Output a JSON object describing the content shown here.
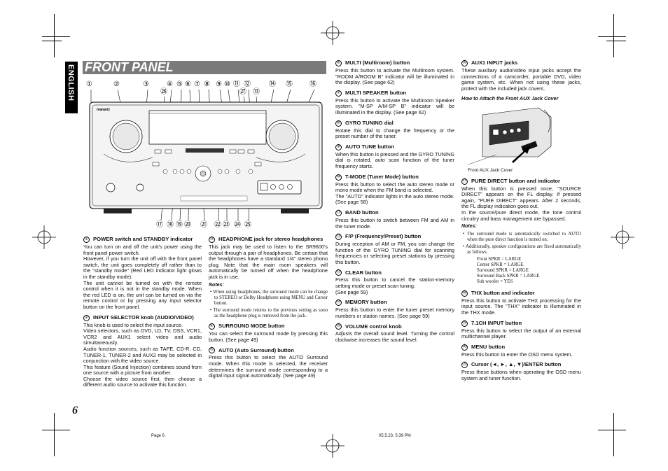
{
  "page": {
    "lang_tab": "ENGLISH",
    "number": "6",
    "title": "FRONT PANEL",
    "footer_left": "Page 6",
    "footer_right": "05.5.23, 5:39 PM"
  },
  "diagram": {
    "top_callouts": [
      "①",
      "②",
      "③",
      "④",
      "⑤",
      "⑥",
      "⑦",
      "⑧",
      "⑨",
      "⑩",
      "⑪",
      "⑫",
      "⑭",
      "⑮",
      "⑯"
    ],
    "mid_callouts": [
      "㉖",
      "㉗",
      "⑬"
    ],
    "bottom_callouts": [
      "⑰",
      "⑱",
      "⑲",
      "⑳",
      "㉑",
      "㉒",
      "㉓",
      "㉔",
      "㉕"
    ],
    "brand": "marantz"
  },
  "col1": [
    {
      "num": "1",
      "title": "POWER switch and STANDBY indicator",
      "body": "You can turn on and off the unit's power using the front panel power switch.\nHowever, if you turn the unit off with the front panel switch, the unit goes completely off rather than to the \"standby mode\" (Red LED indicator light glows in the standby mode).\nThe unit cannot be turned on with the remote control when it is not in the standby mode.  When the red LED is on, the unit can be turned on via the remote control or by pressing any input selector button on the front panel."
    },
    {
      "num": "2",
      "title": "INPUT SELECTOR knob (AUDIO/VIDEO)",
      "body": "This knob is used to select the input source.\nVideo selectors, such as DVD, LD, TV, DSS, VCR1, VCR2 and AUX1 select video and audio simultaneously.\nAudio function sources, such as TAPE, CD-R, CD, TUNER-1, TUNER-2 and AUX2 may be selected in conjunction with the video source.\nThis feature (Sound Injection) combines sound from one source with a picture from another.\nChoose the video source first, then choose a different audio source to activate this function."
    }
  ],
  "col2": [
    {
      "num": "3",
      "title": "HEADPHONE jack for stereo headphones",
      "body": "This jack may be used to listen to the SR9600's output through a pair of headphones. Be certain that the headphones have a standard 1/4\" stereo phono plug. Note that the main room speakers will automatically be turned off when the headphone jack is in use.",
      "notes_title": "Notes:",
      "notes": [
        "When using headphones, the surround mode can be change to STEREO or Dolby Headphone using MENU and Cursor button.",
        "The surround mode returns to the previous setting as soon as the headphone plug is removed from the jack."
      ]
    },
    {
      "num": "4",
      "title": "SURROUND MODE button",
      "body": "You can select the surround mode by pressing this button. (See page 49)"
    },
    {
      "num": "5",
      "title": "AUTO (Auto Surround) button",
      "body": "Press this button to select the AUTO Surround mode. When this mode is selected, the receiver determines the surround mode corresponding to a digital input signal automatically. (See page 49)"
    }
  ],
  "col3": [
    {
      "num": "6",
      "title": "MULTI (Multiroom) button",
      "body": "Press this button to activate the Multiroom system. \"ROOM A/ROOM B\" indicator will be illuminated in the display. (See page 62)"
    },
    {
      "num": "7",
      "title": "MULTI SPEAKER button",
      "body": "Press this button to activate the Multiroom Speaker system. \"M-SP A/M-SP B\" indicator will be illuminated in the display. (See page 62)"
    },
    {
      "num": "8",
      "title": "GYRO TUNING dial",
      "body": "Rotate this dial to change the frequency or the preset number of the tuner."
    },
    {
      "num": "9",
      "title": "AUTO TUNE button",
      "body": "When this button is pressed and the GYRO TUNING dial is rotated, auto scan function of the tuner frequency starts."
    },
    {
      "num": "10",
      "title": "T-MODE (Tuner Mode) button",
      "body": "Press this button to select the auto stereo mode or mono mode when the FM band is selected.\nThe \"AUTO\" indicator lights in the auto stereo mode. (See page 58)"
    },
    {
      "num": "11",
      "title": "BAND button",
      "body": "Press this button to switch between FM and AM in the tuner mode."
    },
    {
      "num": "12",
      "title": "F/P (Frequency/Preset) button",
      "body": "During reception of AM or FM, you can change the function of the GYRO TUNING dial for scanning frequencies or selecting preset stations by pressing this button."
    },
    {
      "num": "13",
      "title": "CLEAR button",
      "body": "Press this button to cancel the station-memory setting mode or preset scan tuning.\n (See page 59)"
    },
    {
      "num": "14",
      "title": "MEMORY button",
      "body": "Press this button to enter the tuner preset memory numbers or station names. (See page 59)"
    },
    {
      "num": "15",
      "title": "VOLUME control knob",
      "body": "Adjusts the overall sound level. Turning the control clockwise increases the sound level."
    }
  ],
  "col4": {
    "aux": {
      "num": "16",
      "title": "AUX1 INPUT jacks",
      "body": "These auxiliary audio/video input jacks accept the connections of a camcorder, portable DVD, video game system, etc. When not using these jacks, protect with the included jack covers."
    },
    "how_to": "How to Attach the Front AUX Jack Cover",
    "fig_caption": "Front AUX Jack Cover",
    "pure": {
      "num": "17",
      "title": "PURE DIRECT button and indicator",
      "body": "When this button is pressed once, \"SOURCE DIRECT\" appears on the FL display. If pressed again, \"PURE DIRECT\" appears. After 2 seconds, the FL display indication goes out.\nIn the source/pure direct mode, the tone control circuitry and bass management are bypassed.",
      "notes_title": "Notes:",
      "notes": [
        "The surround mode is automatically switched to AUTO when the pure direct function is turned on.",
        "Additionally, speaker configurations are fixed automatically as follows."
      ],
      "config": [
        "Front SPKR = LARGE",
        "Center SPKR = LARGE",
        "Surround SPKR = LARGE",
        "Surround Back SPKR = LARGE",
        "Sub woofer = YES"
      ]
    },
    "rest": [
      {
        "num": "18",
        "title": "THX button and indicator",
        "body": "Press this button to activate THX processing for the input source. The \"THX\" indicator is illuminated in the THX mode."
      },
      {
        "num": "19",
        "title": "7.1CH INPUT button",
        "body": "Press this button to select the output of an external multichannel player."
      },
      {
        "num": "20",
        "title": "MENU button",
        "body": "Press this button to enter the OSD menu system."
      },
      {
        "num": "21",
        "title": "Cursor (◄, ►, ▲, ▼)/ENTER button",
        "body": "Press these buttons when operating the OSD menu system and tuner function."
      }
    ]
  }
}
